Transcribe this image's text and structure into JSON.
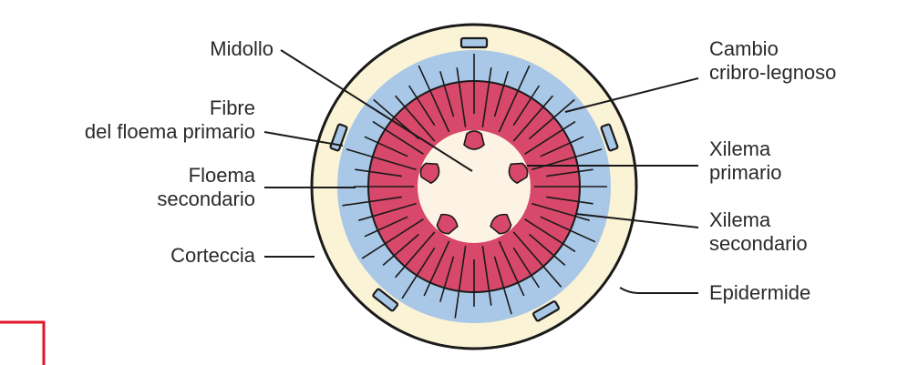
{
  "labels": {
    "midollo": "Midollo",
    "fibre_line1": "Fibre",
    "fibre_line2": "del floema primario",
    "floema_line1": "Floema",
    "floema_line2": "secondario",
    "corteccia": "Corteccia",
    "cambio_line1": "Cambio",
    "cambio_line2": "cribro-legnoso",
    "xilema_primario_line1": "Xilema",
    "xilema_primario_line2": "primario",
    "xilema_secondario_line1": "Xilema",
    "xilema_secondario_line2": "secondario",
    "epidermide": "Epidermide"
  },
  "colors": {
    "cortex": "#fbf3d6",
    "phloem": "#a9c7e6",
    "xylem": "#d8486a",
    "pith": "#fdf3e4",
    "outline": "#1a1a1a",
    "marker": "#e0142a"
  }
}
